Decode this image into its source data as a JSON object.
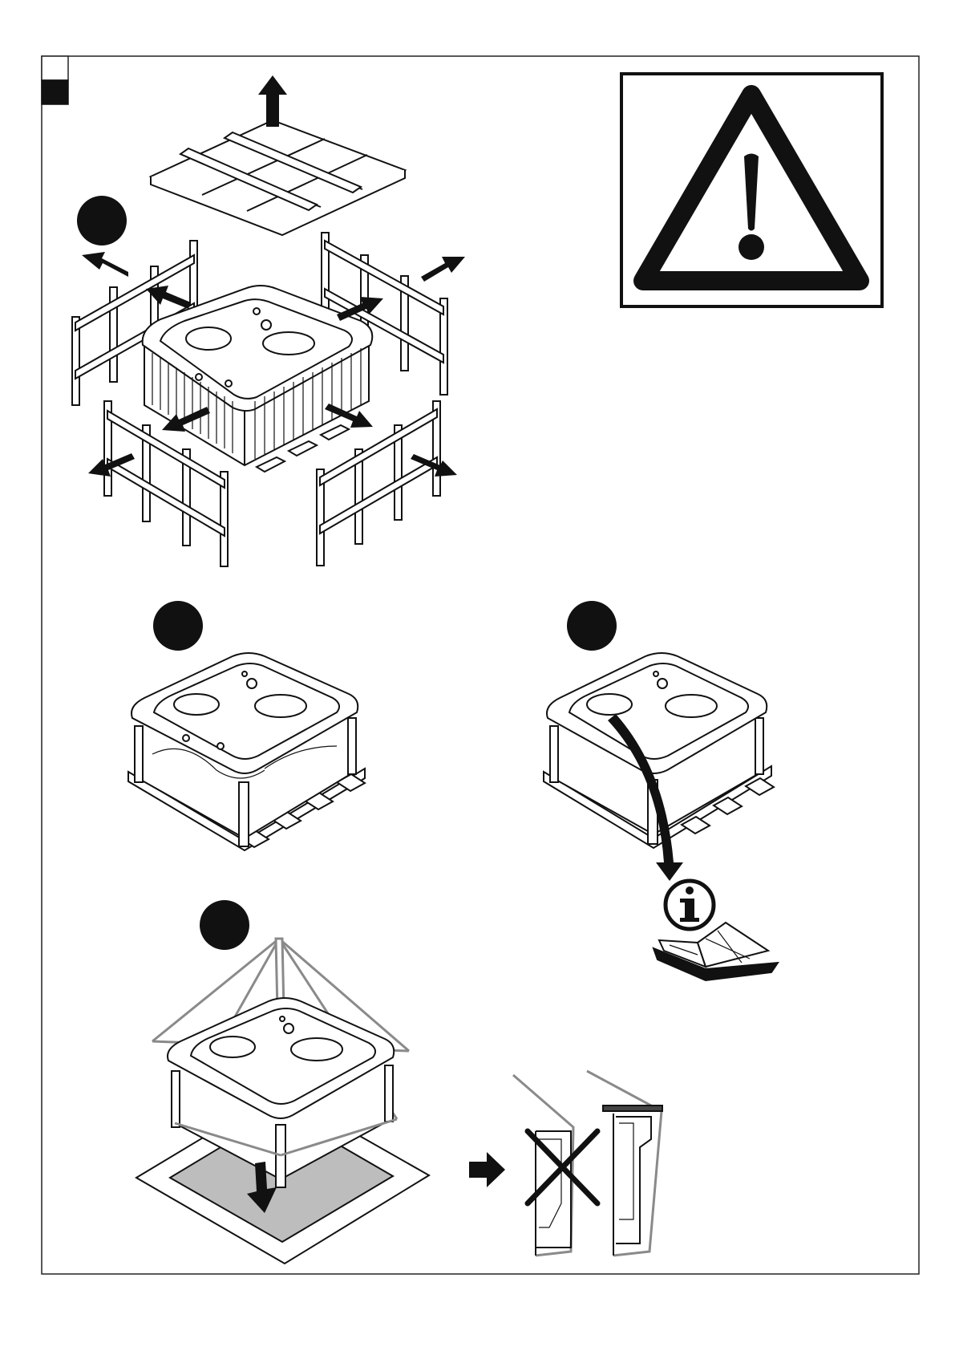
{
  "colors": {
    "ink": "#111111",
    "line": "#222222",
    "grey_line": "#8a8a8a",
    "floor_fill": "#bdbdbd",
    "paper": "#ffffff"
  },
  "icons": {
    "warning": "warning-triangle-icon",
    "info": "info-circle-icon",
    "manual": "open-manual-icon",
    "arrow": "arrow-icon",
    "cross": "prohibited-cross-icon"
  },
  "steps": [
    {
      "id": "step-1-marker",
      "label": ""
    },
    {
      "id": "step-2-marker",
      "label": ""
    },
    {
      "id": "step-3-marker",
      "label": ""
    },
    {
      "id": "step-4-marker",
      "label": ""
    }
  ]
}
